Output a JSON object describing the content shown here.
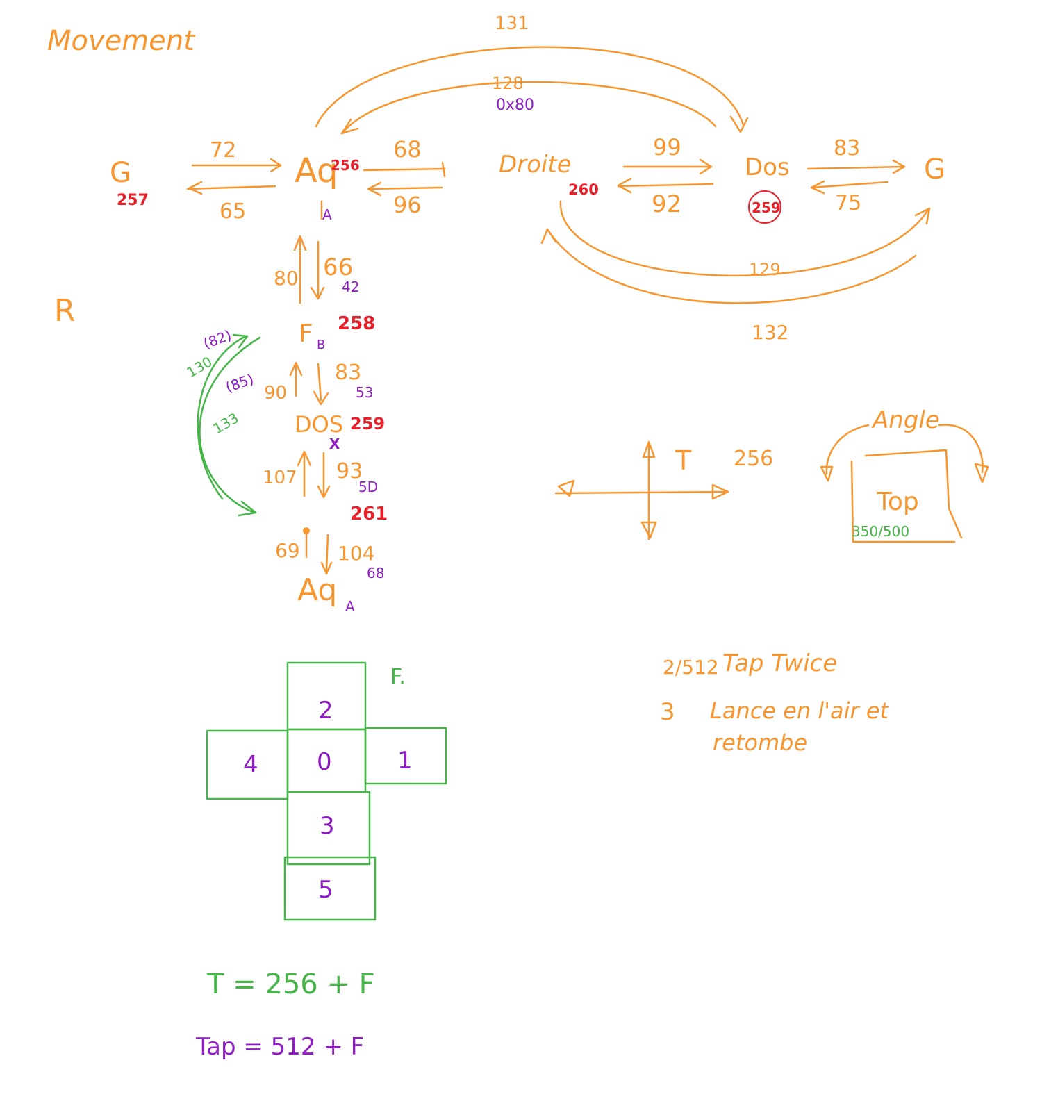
{
  "colors": {
    "orange": "#F7962F",
    "red": "#E8202A",
    "purple": "#8E1CC4",
    "green": "#46B648"
  },
  "title": "Movement",
  "section_r": "R",
  "states": {
    "g_left": "G",
    "g_left_code": "257",
    "aq_top": "Aq",
    "aq_top_code": "256",
    "aq_top_sub": "A",
    "droite": "Droite",
    "droite_code": "260",
    "dos_right": "Dos",
    "dos_right_code": "259",
    "g_right": "G",
    "f": "F",
    "f_code": "258",
    "f_sub": "B",
    "dos_mid": "DOS",
    "dos_mid_code": "259",
    "dos_mid_sub": "X",
    "code_261": "261",
    "aq_bottom": "Aq",
    "aq_bottom_sub": "A"
  },
  "transitions": {
    "g_to_aq": "72",
    "aq_to_g": "65",
    "aq_to_droite": "68",
    "droite_to_aq": "96",
    "droite_to_dos": "99",
    "dos_to_droite": "92",
    "dos_to_g": "83",
    "g_to_dos": "75",
    "top_outer_arc": "131",
    "top_inner_arc": "128",
    "top_inner_hex": "0x80",
    "bottom_inner_arc": "129",
    "bottom_outer_arc": "132",
    "aq_up": "80",
    "aq_down": "66",
    "aq_down_sub": "42",
    "f_up": "90",
    "f_down": "83",
    "f_down_sub": "53",
    "dos_up": "107",
    "dos_down": "93",
    "dos_down_sub": "5D",
    "aq_b_up": "69",
    "aq_b_down": "104",
    "aq_b_down_sub": "68",
    "green_outer": "130",
    "green_outer_paren": "(82)",
    "green_inner": "133",
    "green_inner_paren": "(85)"
  },
  "t_section": {
    "label": "T",
    "value": "256"
  },
  "angle_section": {
    "label": "Angle",
    "top_label": "Top",
    "top_values": "350/500"
  },
  "cube": {
    "label": "F.",
    "faces": [
      "2",
      "4",
      "0",
      "1",
      "3",
      "5"
    ]
  },
  "notes": {
    "line1_pre": "2/512",
    "line1": "Tap Twice",
    "line2_num": "3",
    "line2": "Lance en l'air et",
    "line3": "retombe"
  },
  "formulas": {
    "t": "T = 256 + F",
    "tap": "Tap = 512 + F"
  }
}
